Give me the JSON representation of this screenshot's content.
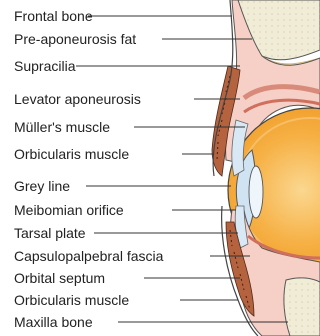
{
  "labels": [
    "Frontal bone",
    "Pre-aponeurosis fat",
    "Supracilia",
    "Levator aponeurosis",
    "Müller's muscle",
    "Orbicularis muscle",
    "Grey line",
    "Meibomian orifice",
    "Tarsal plate",
    "Capsulopalpebral fascia",
    "Orbital septum",
    "Orbicularis muscle",
    "Maxilla bone"
  ],
  "colors": {
    "bone": "#f1ecd6",
    "fat": "#fbe9b7",
    "skin_edge": "#e9b3a6",
    "muscle_pink": "#f6cfc6",
    "tarsal_blue": "#d8e8f4",
    "eye_orange": "#f6a936",
    "eye_glow": "#fbd790",
    "cornea": "#cfe3f3",
    "orbicularis": "#b5623f",
    "outline": "#333333"
  }
}
